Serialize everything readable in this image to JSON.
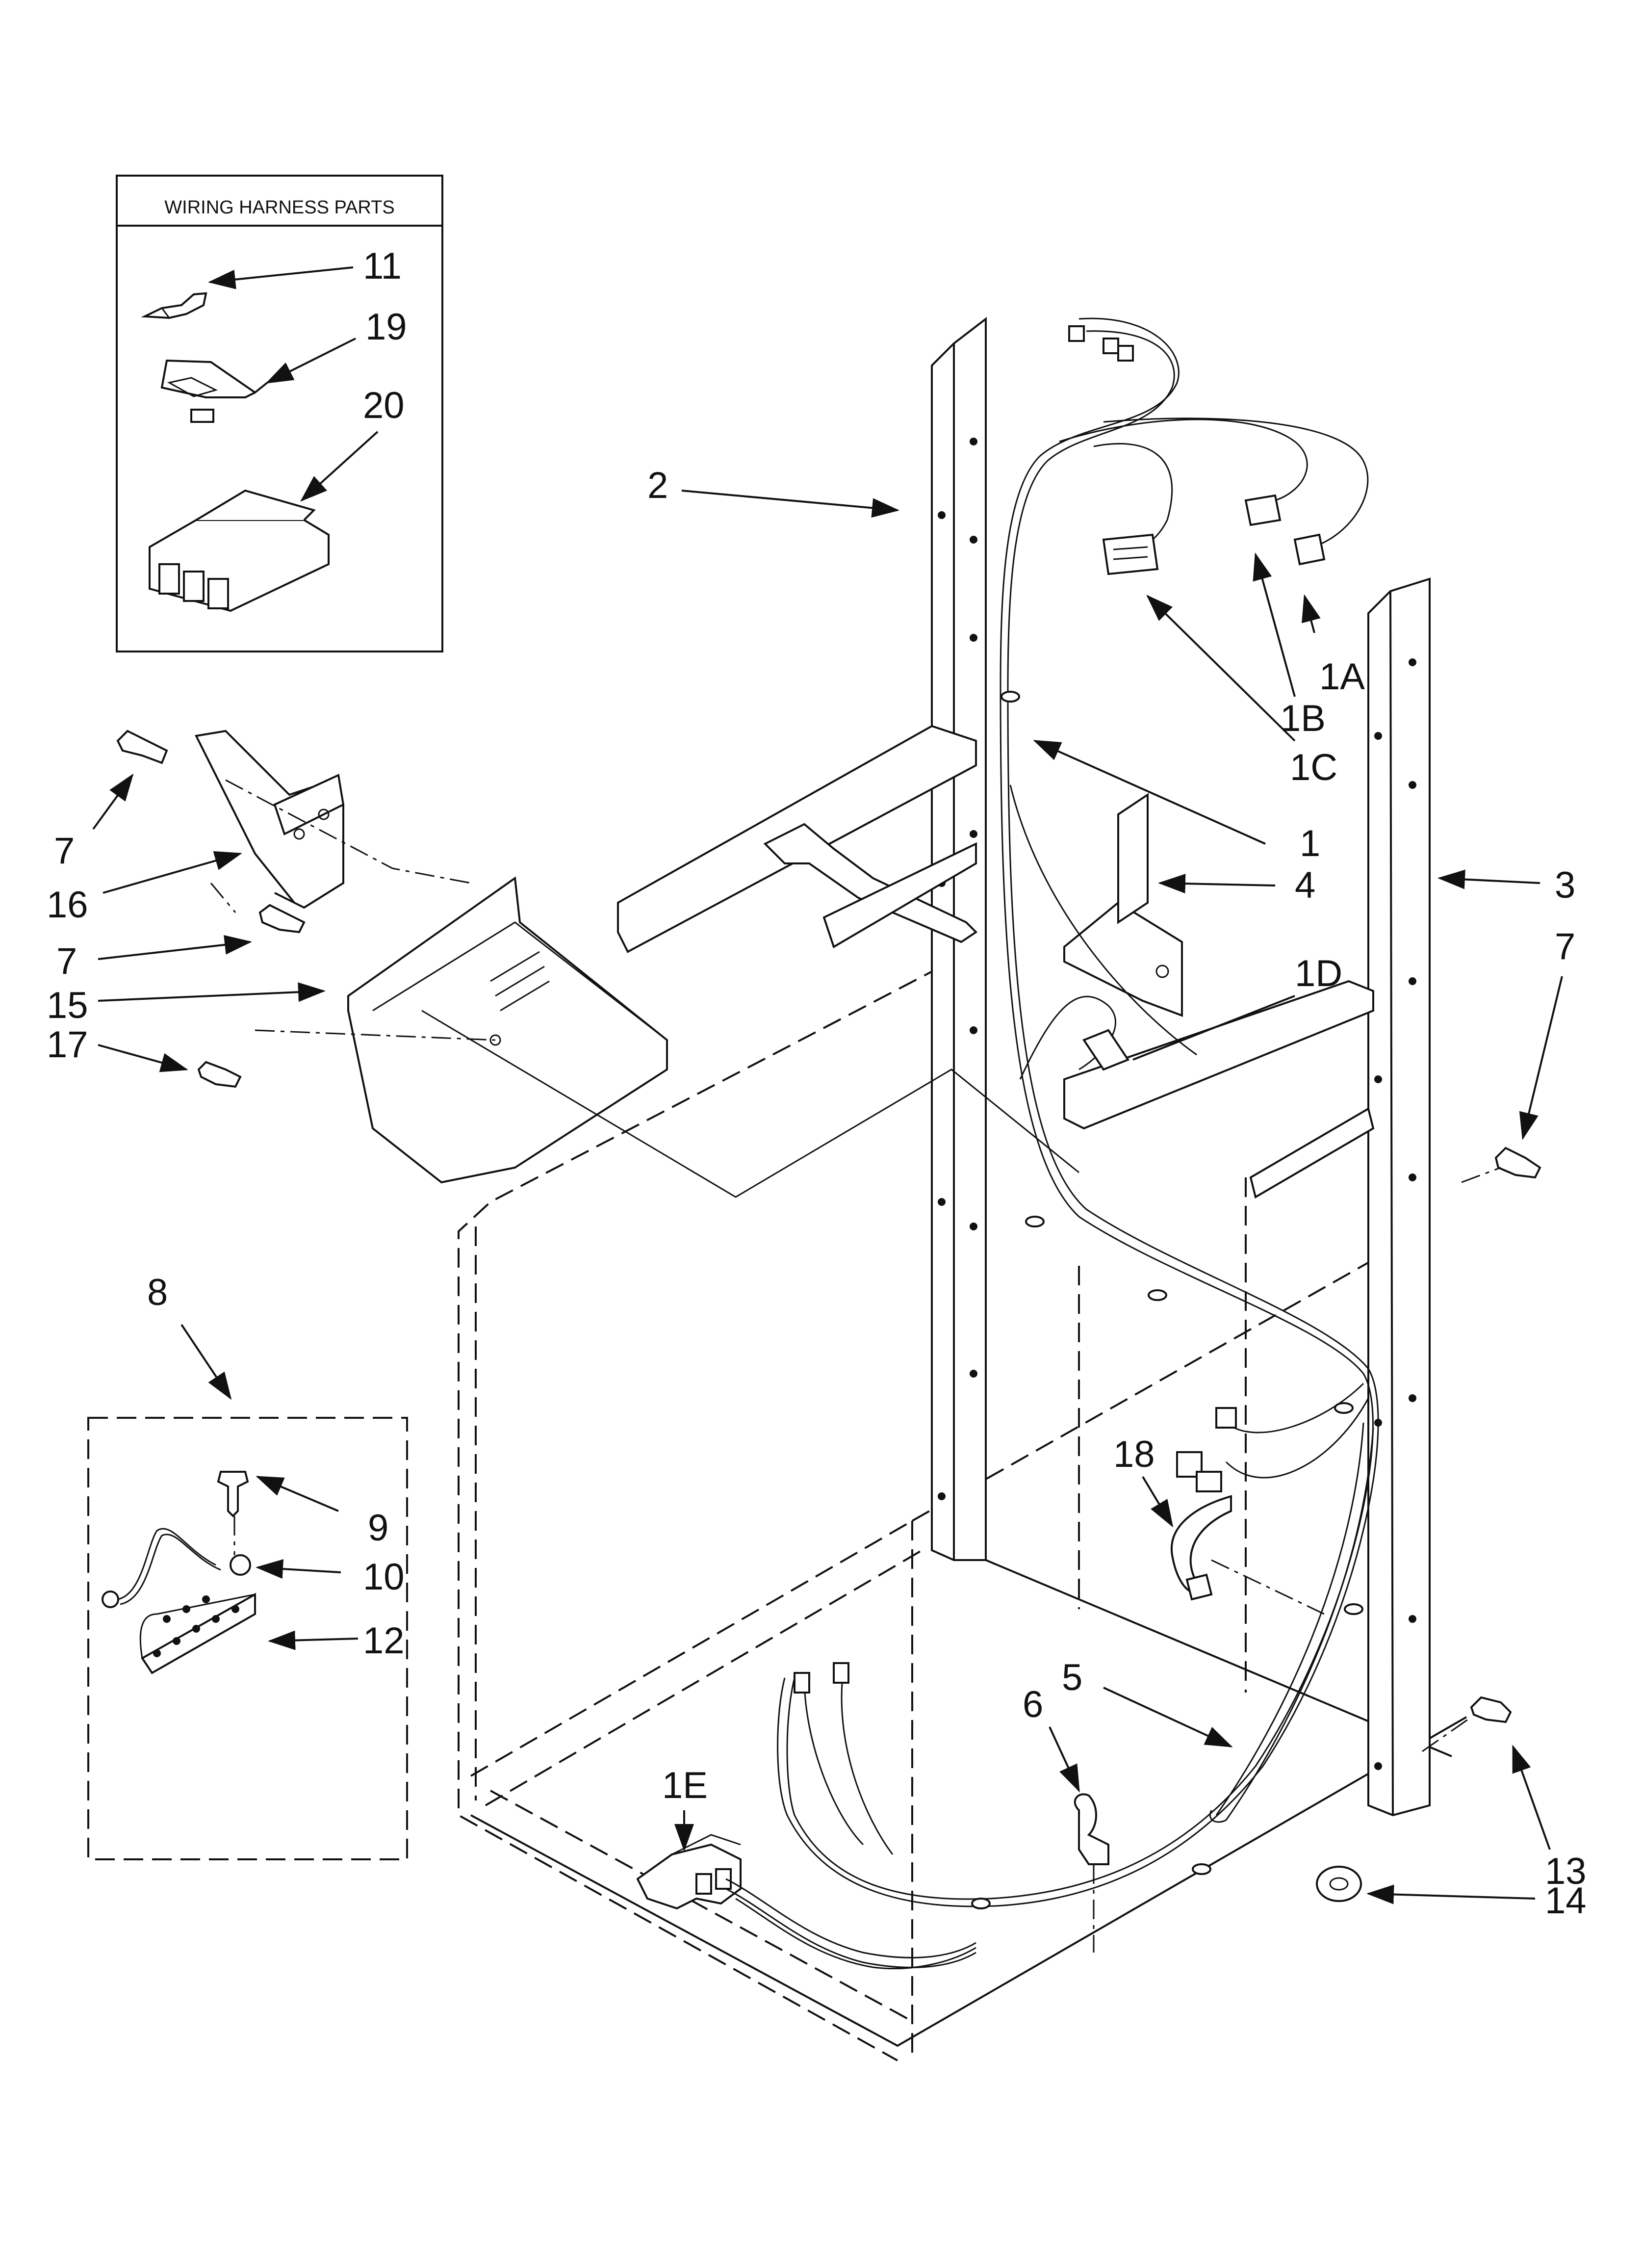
{
  "inset": {
    "title": "WIRING HARNESS PARTS"
  },
  "callouts": {
    "c11": "11",
    "c19": "19",
    "c20": "20",
    "c2": "2",
    "c1A": "1A",
    "c1B": "1B",
    "c1C": "1C",
    "c1": "1",
    "c4": "4",
    "c3": "3",
    "c7a": "7",
    "c7b": "7",
    "c7c": "7",
    "c16": "16",
    "c15": "15",
    "c17": "17",
    "c1D": "1D",
    "c8": "8",
    "c9": "9",
    "c10": "10",
    "c12": "12",
    "c18": "18",
    "c5": "5",
    "c6": "6",
    "c1E": "1E",
    "c13": "13",
    "c14": "14"
  }
}
